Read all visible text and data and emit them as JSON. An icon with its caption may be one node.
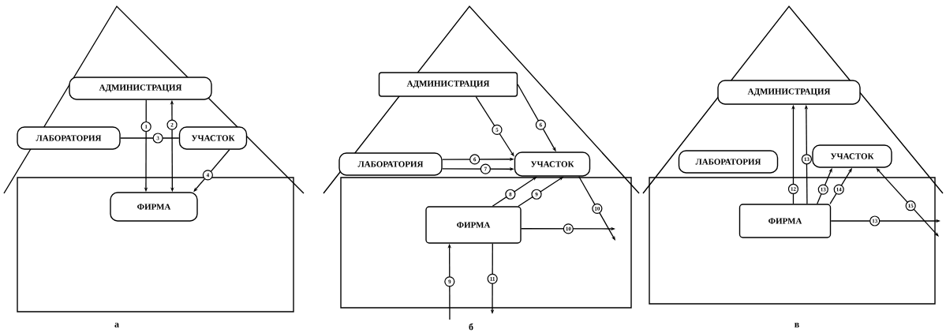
{
  "diagram": {
    "nodes": [
      {
        "text": [
          "АДМИНИСТРАЦИЯ"
        ]
      },
      {
        "text": [
          "ЛАБОРАТОРИЯ"
        ]
      },
      {
        "text": [
          "УЧАСТОК"
        ]
      },
      {
        "text": [
          "ФИРМА"
        ]
      },
      {
        "text": [
          "АДМИНИСТРАЦИЯ"
        ]
      },
      {
        "text": [
          "ЛАБОРАТОРИЯ"
        ]
      },
      {
        "text": [
          "УЧАСТОК"
        ]
      },
      {
        "text": [
          "ФИРМА"
        ]
      },
      {
        "text": [
          "АДМИНИСТРАЦИЯ"
        ]
      },
      {
        "text": [
          "ЛАБОРАТОРИЯ"
        ]
      },
      {
        "text": [
          "УЧАСТОК"
        ]
      },
      {
        "text": [
          "ФИРМА"
        ]
      }
    ],
    "edges": [
      {
        "from": 0,
        "to": 3,
        "arrow": "to",
        "label": "1"
      },
      {
        "from": 3,
        "to": 0,
        "arrow": "both",
        "label": "2"
      },
      {
        "from": 1,
        "to": 2,
        "arrow": "none",
        "label": "3"
      },
      {
        "from": 2,
        "to": 3,
        "arrow": "to",
        "label": "4"
      },
      {
        "from": 4,
        "to": 6,
        "arrow": "to",
        "label": "5"
      },
      {
        "from": 4,
        "to": 6,
        "arrow": "to",
        "label": "6"
      },
      {
        "from": 5,
        "to": 6,
        "arrow": "to",
        "label": "6"
      },
      {
        "from": 5,
        "to": 6,
        "arrow": "to",
        "label": "7"
      },
      {
        "from": 7,
        "to": 6,
        "arrow": "to",
        "label": "8"
      },
      {
        "from": 7,
        "to": 6,
        "arrow": "to",
        "label": "9"
      },
      {
        "from": 6,
        "to": null,
        "arrow": "to",
        "label": "10"
      },
      {
        "from": 7,
        "to": null,
        "arrow": "to",
        "label": "10"
      },
      {
        "from": null,
        "to": 7,
        "arrow": "to",
        "label": "9"
      },
      {
        "from": 7,
        "to": null,
        "arrow": "to",
        "label": "11"
      },
      {
        "from": 11,
        "to": 8,
        "arrow": "to",
        "label": "12"
      },
      {
        "from": 11,
        "to": 8,
        "arrow": "to",
        "label": "13"
      },
      {
        "from": 11,
        "to": 10,
        "arrow": "to",
        "label": "13"
      },
      {
        "from": 11,
        "to": 10,
        "arrow": "to",
        "label": "14"
      },
      {
        "from": 10,
        "to": null,
        "arrow": "both",
        "label": "15"
      },
      {
        "from": 11,
        "to": null,
        "arrow": "to",
        "label": "13"
      }
    ],
    "labels": [
      "а",
      "б",
      "в"
    ]
  }
}
